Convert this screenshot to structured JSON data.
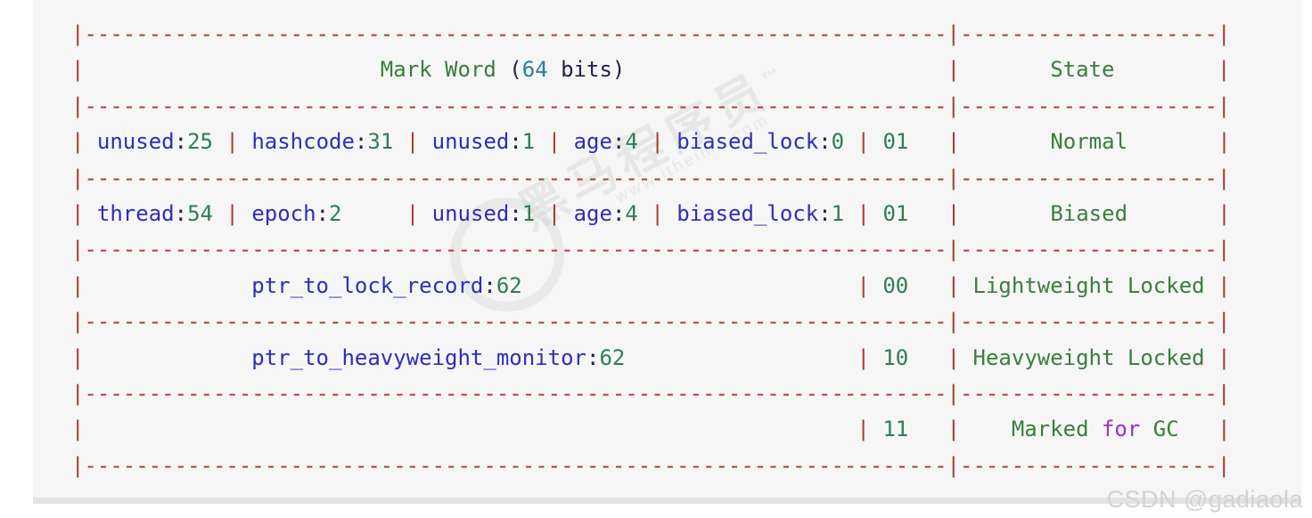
{
  "colors": {
    "p": "#a63c2e",
    "id": "#2e2eb8",
    "x": "#222248",
    "word": "#3b7e3b",
    "num": "#2e7d52",
    "teal": "#267f99",
    "kw": "#9c30c9"
  },
  "panel": {
    "background": "#f6f6f7",
    "bottom_edge_color": "#e3e3e4"
  },
  "table": {
    "left_col_dashes": 67,
    "right_col_dashes": 20,
    "columns": [
      "Mark Word (64 bits)",
      "State"
    ]
  },
  "lines": [
    {
      "type": "hr"
    },
    {
      "type": "row",
      "tokens": [
        {
          "c": "p",
          "t": "|"
        },
        {
          "c": "sp",
          "n": 23
        },
        {
          "c": "word",
          "t": "Mark Word"
        },
        {
          "c": "x",
          "t": " ("
        },
        {
          "c": "teal",
          "t": "64"
        },
        {
          "c": "x",
          "t": " bits)"
        },
        {
          "c": "sp",
          "n": 25
        },
        {
          "c": "p",
          "t": "|"
        },
        {
          "c": "sp",
          "n": 7
        },
        {
          "c": "word",
          "t": "State"
        },
        {
          "c": "sp",
          "n": 8
        },
        {
          "c": "p",
          "t": "|"
        }
      ]
    },
    {
      "type": "hr"
    },
    {
      "type": "row",
      "tokens": [
        {
          "c": "p",
          "t": "| "
        },
        {
          "c": "id",
          "t": "unused"
        },
        {
          "c": "x",
          "t": ":"
        },
        {
          "c": "num",
          "t": "25"
        },
        {
          "c": "x",
          "t": " "
        },
        {
          "c": "p",
          "t": "| "
        },
        {
          "c": "id",
          "t": "hashcode"
        },
        {
          "c": "x",
          "t": ":"
        },
        {
          "c": "num",
          "t": "31"
        },
        {
          "c": "x",
          "t": " "
        },
        {
          "c": "p",
          "t": "| "
        },
        {
          "c": "id",
          "t": "unused"
        },
        {
          "c": "x",
          "t": ":"
        },
        {
          "c": "num",
          "t": "1"
        },
        {
          "c": "x",
          "t": " "
        },
        {
          "c": "p",
          "t": "| "
        },
        {
          "c": "id",
          "t": "age"
        },
        {
          "c": "x",
          "t": ":"
        },
        {
          "c": "num",
          "t": "4"
        },
        {
          "c": "x",
          "t": " "
        },
        {
          "c": "p",
          "t": "| "
        },
        {
          "c": "id",
          "t": "biased_lock"
        },
        {
          "c": "x",
          "t": ":"
        },
        {
          "c": "num",
          "t": "0"
        },
        {
          "c": "x",
          "t": " "
        },
        {
          "c": "p",
          "t": "| "
        },
        {
          "c": "num",
          "t": "01"
        },
        {
          "c": "sp",
          "n": 3
        },
        {
          "c": "p",
          "t": "|"
        },
        {
          "c": "sp",
          "n": 7
        },
        {
          "c": "word",
          "t": "Normal"
        },
        {
          "c": "sp",
          "n": 7
        },
        {
          "c": "p",
          "t": "|"
        }
      ]
    },
    {
      "type": "hr"
    },
    {
      "type": "row",
      "tokens": [
        {
          "c": "p",
          "t": "| "
        },
        {
          "c": "id",
          "t": "thread"
        },
        {
          "c": "x",
          "t": ":"
        },
        {
          "c": "num",
          "t": "54"
        },
        {
          "c": "x",
          "t": " "
        },
        {
          "c": "p",
          "t": "| "
        },
        {
          "c": "id",
          "t": "epoch"
        },
        {
          "c": "x",
          "t": ":"
        },
        {
          "c": "num",
          "t": "2"
        },
        {
          "c": "sp",
          "n": 5
        },
        {
          "c": "p",
          "t": "| "
        },
        {
          "c": "id",
          "t": "unused"
        },
        {
          "c": "x",
          "t": ":"
        },
        {
          "c": "num",
          "t": "1"
        },
        {
          "c": "x",
          "t": " "
        },
        {
          "c": "p",
          "t": "| "
        },
        {
          "c": "id",
          "t": "age"
        },
        {
          "c": "x",
          "t": ":"
        },
        {
          "c": "num",
          "t": "4"
        },
        {
          "c": "x",
          "t": " "
        },
        {
          "c": "p",
          "t": "| "
        },
        {
          "c": "id",
          "t": "biased_lock"
        },
        {
          "c": "x",
          "t": ":"
        },
        {
          "c": "num",
          "t": "1"
        },
        {
          "c": "x",
          "t": " "
        },
        {
          "c": "p",
          "t": "| "
        },
        {
          "c": "num",
          "t": "01"
        },
        {
          "c": "sp",
          "n": 3
        },
        {
          "c": "p",
          "t": "|"
        },
        {
          "c": "sp",
          "n": 7
        },
        {
          "c": "word",
          "t": "Biased"
        },
        {
          "c": "sp",
          "n": 7
        },
        {
          "c": "p",
          "t": "|"
        }
      ]
    },
    {
      "type": "hr"
    },
    {
      "type": "row",
      "tokens": [
        {
          "c": "p",
          "t": "|"
        },
        {
          "c": "sp",
          "n": 13
        },
        {
          "c": "id",
          "t": "ptr_to_lock_record"
        },
        {
          "c": "x",
          "t": ":"
        },
        {
          "c": "num",
          "t": "62"
        },
        {
          "c": "sp",
          "n": 26
        },
        {
          "c": "p",
          "t": "| "
        },
        {
          "c": "num",
          "t": "00"
        },
        {
          "c": "sp",
          "n": 3
        },
        {
          "c": "p",
          "t": "|"
        },
        {
          "c": "x",
          "t": " "
        },
        {
          "c": "word",
          "t": "Lightweight Locked"
        },
        {
          "c": "x",
          "t": " "
        },
        {
          "c": "p",
          "t": "|"
        }
      ]
    },
    {
      "type": "hr"
    },
    {
      "type": "row",
      "tokens": [
        {
          "c": "p",
          "t": "|"
        },
        {
          "c": "sp",
          "n": 13
        },
        {
          "c": "id",
          "t": "ptr_to_heavyweight_monitor"
        },
        {
          "c": "x",
          "t": ":"
        },
        {
          "c": "num",
          "t": "62"
        },
        {
          "c": "sp",
          "n": 18
        },
        {
          "c": "p",
          "t": "| "
        },
        {
          "c": "num",
          "t": "10"
        },
        {
          "c": "sp",
          "n": 3
        },
        {
          "c": "p",
          "t": "|"
        },
        {
          "c": "x",
          "t": " "
        },
        {
          "c": "word",
          "t": "Heavyweight Locked"
        },
        {
          "c": "x",
          "t": " "
        },
        {
          "c": "p",
          "t": "|"
        }
      ]
    },
    {
      "type": "hr"
    },
    {
      "type": "row",
      "tokens": [
        {
          "c": "p",
          "t": "|"
        },
        {
          "c": "sp",
          "n": 60
        },
        {
          "c": "p",
          "t": "| "
        },
        {
          "c": "num",
          "t": "11"
        },
        {
          "c": "sp",
          "n": 3
        },
        {
          "c": "p",
          "t": "|"
        },
        {
          "c": "sp",
          "n": 4
        },
        {
          "c": "word",
          "t": "Marked"
        },
        {
          "c": "x",
          "t": " "
        },
        {
          "c": "kw",
          "t": "for"
        },
        {
          "c": "x",
          "t": " "
        },
        {
          "c": "word",
          "t": "GC"
        },
        {
          "c": "sp",
          "n": 3
        },
        {
          "c": "p",
          "t": "|"
        }
      ]
    },
    {
      "type": "hr"
    }
  ],
  "watermarks": {
    "itheima": {
      "title": "黑马程序员",
      "tm": "™",
      "url": "www.itheima.com"
    },
    "csdn": {
      "text": "CSDN @gadiaola",
      "color": "#d2d2d2"
    }
  }
}
